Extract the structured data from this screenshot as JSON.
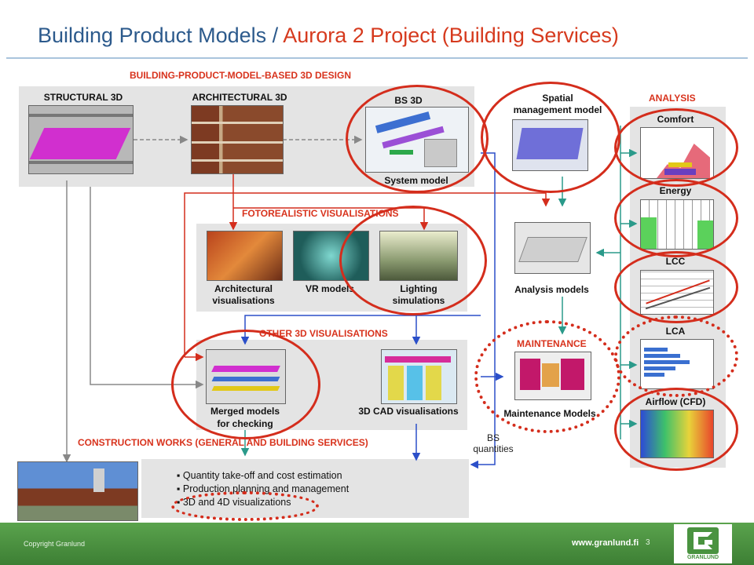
{
  "title": {
    "part1": "Building Product Models / ",
    "part2": "Aurora 2 Project (Building Services)"
  },
  "headers": {
    "design": "BUILDING-PRODUCT-MODEL-BASED 3D DESIGN",
    "analysis": "ANALYSIS",
    "photo": "FOTOREALISTIC VISUALISATIONS",
    "other3d": "OTHER 3D VISUALISATIONS",
    "maintenance": "MAINTENANCE",
    "construction": "CONSTRUCTION WORKS (GENERAL AND BUILDING SERVICES)"
  },
  "labels": {
    "structural": "STRUCTURAL 3D",
    "architectural": "ARCHITECTURAL 3D",
    "bs3d": "BS 3D",
    "system_model": "System model",
    "spatial_1": "Spatial",
    "spatial_2": "management model",
    "comfort": "Comfort",
    "energy": "Energy",
    "lcc": "LCC",
    "lca": "LCA",
    "airflow": "Airflow (CFD)",
    "arch_vis_1": "Architectural",
    "arch_vis_2": "visualisations",
    "vr": "VR models",
    "lighting_1": "Lighting",
    "lighting_2": "simulations",
    "analysis_models": "Analysis models",
    "merged_1": "Merged models",
    "merged_2": "for checking",
    "cad_vis": "3D CAD visualisations",
    "maintenance_models": "Maintenance Models",
    "bs_1": "BS",
    "bs_2": "quantities"
  },
  "construction_items": [
    "Quantity take-off and cost estimation",
    "Production planning and management",
    "3D and 4D visualizations"
  ],
  "footer": {
    "copyright": "Copyright Granlund",
    "url": "www.granlund.fi",
    "page": "3",
    "logo_text": "GRANLUND"
  },
  "colors": {
    "ring": "#d42d1c",
    "title_blue": "#2c5a8c",
    "title_red": "#d63a1e",
    "footer_green": "#4a9340"
  }
}
